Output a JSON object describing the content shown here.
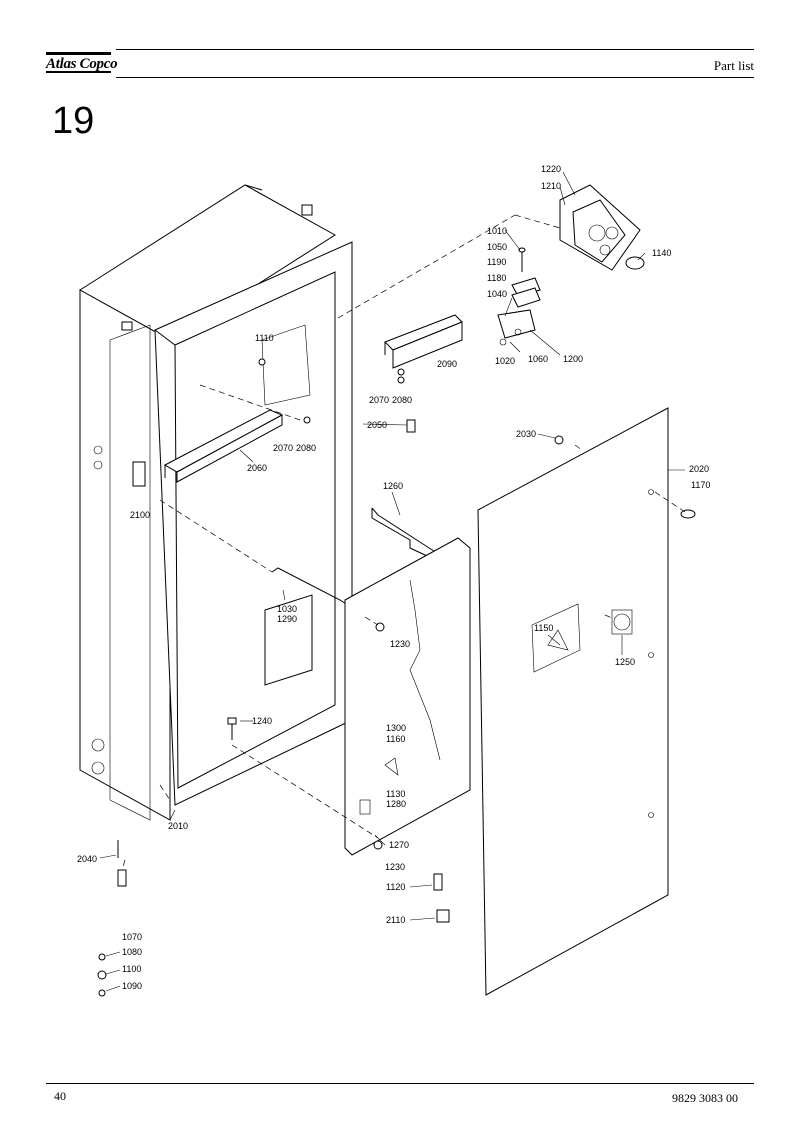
{
  "header": {
    "brand": "Atlas Copco",
    "doc_type": "Part list"
  },
  "section_number": "19",
  "callouts": [
    "1220",
    "1210",
    "1010",
    "1050",
    "1190",
    "1180",
    "1040",
    "1140",
    "1020",
    "1060",
    "1200",
    "2090",
    "2070",
    "2080",
    "1110",
    "2050",
    "2060",
    "2030",
    "2020",
    "1170",
    "2100",
    "1260",
    "1030",
    "1290",
    "1150",
    "1230",
    "1250",
    "1240",
    "1300",
    "1160",
    "1130",
    "1280",
    "1270",
    "2010",
    "2040",
    "1120",
    "2110",
    "1070",
    "1080",
    "1100",
    "1090"
  ],
  "footer": {
    "page": "40",
    "doc_number": "9829 3083 00"
  }
}
